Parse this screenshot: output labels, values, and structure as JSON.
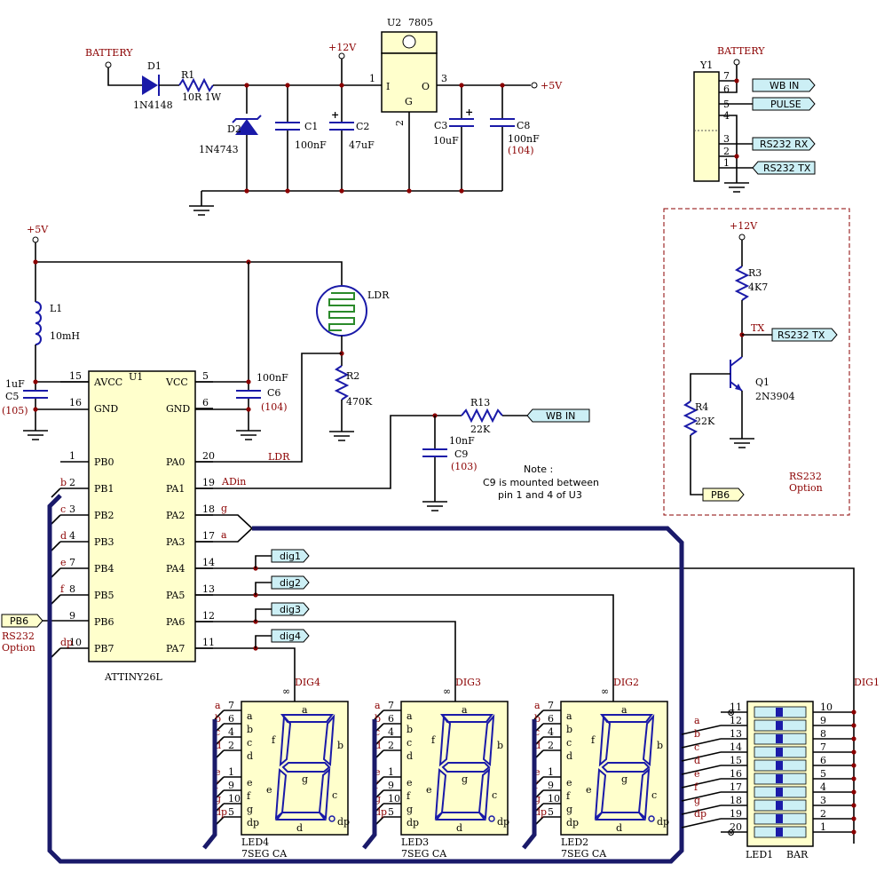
{
  "labels": {
    "battery": "BATTERY",
    "battery2": "BATTERY",
    "d1": "D1",
    "d1val": "1N4148",
    "r1": "R1",
    "r1val": "10R 1W",
    "d2": "D2",
    "d2val": "1N4743",
    "c1": "C1",
    "c1val": "100nF",
    "c2": "C2",
    "c2val": "47uF",
    "u2": "U2",
    "u2val": "7805",
    "plus12": "+12V",
    "plus5": "+5V",
    "plus5b": "+5V",
    "plus12b": "+12V",
    "i": "I",
    "o": "O",
    "g": "G",
    "pin1": "1",
    "pin2": "2",
    "pin3": "3",
    "c3": "C3",
    "c3val": "10uF",
    "c8": "C8",
    "c8val": "100nF",
    "c8code": "(104)",
    "y1": "Y1",
    "wbin": "WB IN",
    "pulse": "PULSE",
    "rxout": "RS232 RX",
    "txin": "RS232 TX",
    "l1": "L1",
    "l1val": "10mH",
    "ldr": "LDR",
    "ldrnet": "LDR",
    "r2": "R2",
    "r2val": "470K",
    "c5val": "1uF",
    "c5": "C5",
    "c5code": "(105)",
    "c6val": "100nF",
    "c6": "C6",
    "c6code": "(104)",
    "u1": "U1",
    "u1val": "ATTINY26L",
    "adin": "ADin",
    "r13": "R13",
    "r13val": "22K",
    "c9val": "10nF",
    "c9": "C9",
    "c9code": "(103)",
    "wbin2": "WB IN",
    "note1": "Note :",
    "note2": "C9 is mounted between",
    "note3": "pin 1 and 4 of U3",
    "r3": "R3",
    "r3val": "4K7",
    "tx": "TX",
    "txlab": "RS232 TX",
    "q1": "Q1",
    "q1val": "2N3904",
    "r4": "R4",
    "r4val": "22K",
    "pb6": "PB6",
    "rsopt1": "RS232",
    "rsopt2": "Option",
    "pb6left": "PB6",
    "rsleft1": "RS232",
    "rsleft2": "Option",
    "dig1": "dig1",
    "dig2": "dig2",
    "dig3": "dig3",
    "dig4": "dig4",
    "DIG4": "DIG4",
    "DIG3": "DIG3",
    "DIG2": "DIG2",
    "DIG1": "DIG1",
    "led4": "LED4",
    "led3": "LED3",
    "led2": "LED2",
    "led1": "LED1",
    "bar": "BAR",
    "sevenseg": "7SEG CA",
    "net_g": "g",
    "net_a": "a",
    "inf": "∞"
  },
  "u1_left_pins": [
    {
      "num": "15",
      "name": "AVCC",
      "net": ""
    },
    {
      "num": "16",
      "name": "GND",
      "net": ""
    },
    {
      "num": "1",
      "name": "PB0",
      "net": ""
    },
    {
      "num": "2",
      "name": "PB1",
      "net": "b"
    },
    {
      "num": "3",
      "name": "PB2",
      "net": "c"
    },
    {
      "num": "4",
      "name": "PB3",
      "net": "d"
    },
    {
      "num": "7",
      "name": "PB4",
      "net": "e"
    },
    {
      "num": "8",
      "name": "PB5",
      "net": "f"
    },
    {
      "num": "9",
      "name": "PB6",
      "net": ""
    },
    {
      "num": "10",
      "name": "PB7",
      "net": "dp"
    }
  ],
  "u1_right_pins": [
    {
      "num": "5",
      "name": "VCC"
    },
    {
      "num": "6",
      "name": "GND"
    },
    {
      "num": "20",
      "name": "PA0"
    },
    {
      "num": "19",
      "name": "PA1"
    },
    {
      "num": "18",
      "name": "PA2"
    },
    {
      "num": "17",
      "name": "PA3"
    },
    {
      "num": "14",
      "name": "PA4"
    },
    {
      "num": "13",
      "name": "PA5"
    },
    {
      "num": "12",
      "name": "PA6"
    },
    {
      "num": "11",
      "name": "PA7"
    }
  ],
  "y1_pins": [
    "7",
    "6",
    "5",
    "4",
    "3",
    "2",
    "1"
  ],
  "seg_pins": [
    {
      "net": "a",
      "num": "7",
      "name": "a"
    },
    {
      "net": "b",
      "num": "6",
      "name": "b"
    },
    {
      "net": "c",
      "num": "4",
      "name": "c"
    },
    {
      "net": "d",
      "num": "2",
      "name": "d"
    },
    {
      "net": "e",
      "num": "1",
      "name": "e"
    },
    {
      "net": "f",
      "num": "9",
      "name": "f"
    },
    {
      "net": "g",
      "num": "10",
      "name": "g"
    },
    {
      "net": "dp",
      "num": "5",
      "name": "dp"
    }
  ],
  "seg_letters": {
    "a": "a",
    "b": "b",
    "c": "c",
    "d": "d",
    "e": "e",
    "f": "f",
    "g": "g",
    "dp": "dp"
  },
  "bar_left": [
    {
      "net": "",
      "num": "11"
    },
    {
      "net": "a",
      "num": "12"
    },
    {
      "net": "b",
      "num": "13"
    },
    {
      "net": "c",
      "num": "14"
    },
    {
      "net": "d",
      "num": "15"
    },
    {
      "net": "e",
      "num": "16"
    },
    {
      "net": "f",
      "num": "17"
    },
    {
      "net": "g",
      "num": "18"
    },
    {
      "net": "dp",
      "num": "19"
    },
    {
      "net": "",
      "num": "20"
    }
  ],
  "bar_right": [
    "10",
    "9",
    "8",
    "7",
    "6",
    "5",
    "4",
    "3",
    "2",
    "1"
  ],
  "colors": {
    "wire": "#000000",
    "component": "#1a1aa8",
    "label_fill": "#cceff5",
    "chip_fill": "#ffffcc",
    "text_red": "#8b0000"
  }
}
